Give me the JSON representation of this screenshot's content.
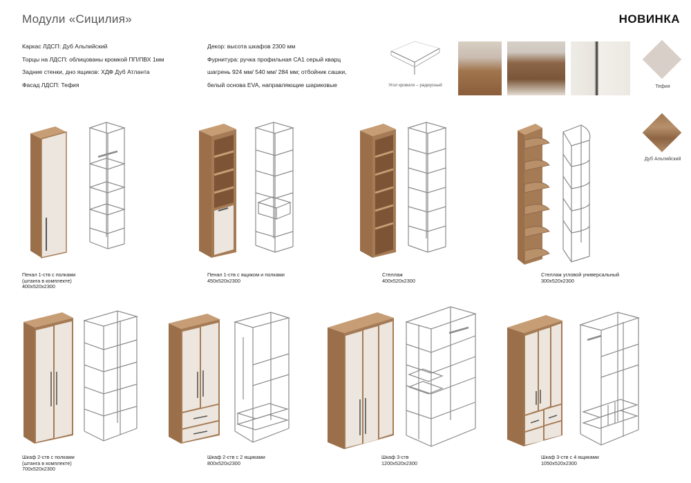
{
  "header": {
    "title": "Модули «Сицилия»",
    "badge": "НОВИНКА"
  },
  "specs_left": [
    "Каркас ЛДСП: Дуб Альпийский",
    "Торцы на ЛДСП: облицованы кромкой ПП/ПВХ 1мм",
    "Задние стенки, дно ящиков: ХДФ Дуб Атланта",
    "Фасад ЛДСП: Тефия"
  ],
  "specs_right": [
    "Декор: высота шкафов 2300 мм",
    "Фурнитура: ручка профильная СА1 серый кварц шагрень 924 мм/ 540 мм/ 284 мм; отбойник сашки, белый основа EVA, направляющие шариковые"
  ],
  "thumbnails": {
    "corner_caption": "Угол кровати – радиусный"
  },
  "swatches": [
    {
      "label": "Тефия",
      "color": "#d9cfc9"
    },
    {
      "label": "Дуб Альпийский",
      "color": "#a47a55"
    }
  ],
  "modules": [
    {
      "name": "Пенал 1-ств с полками (штанга в комплекте)",
      "size": "400x520x2300"
    },
    {
      "name": "Пенал 1-ств с ящиком и полками",
      "size": "450x520x2300"
    },
    {
      "name": "Стеллаж",
      "size": "400x520x2300"
    },
    {
      "name": "Стеллаж угловой универсальный",
      "size": "300x520x2300"
    },
    {
      "name": "Шкаф 2-ств с полками (штанга в комплекте)",
      "size": "700x520x2300"
    },
    {
      "name": "Шкаф 2-ств с 2 ящиками",
      "size": "800x520x2300"
    },
    {
      "name": "Шкаф 3-ств",
      "size": "1200x520x2300"
    },
    {
      "name": "Шкаф 3-ств с 4 ящиками",
      "size": "1050x520x2300"
    }
  ],
  "colors": {
    "oak": "#a57b55",
    "oak_dark": "#8c6344",
    "facade": "#ede8e2",
    "frame": "#8a8a8a",
    "handle": "#555555"
  }
}
